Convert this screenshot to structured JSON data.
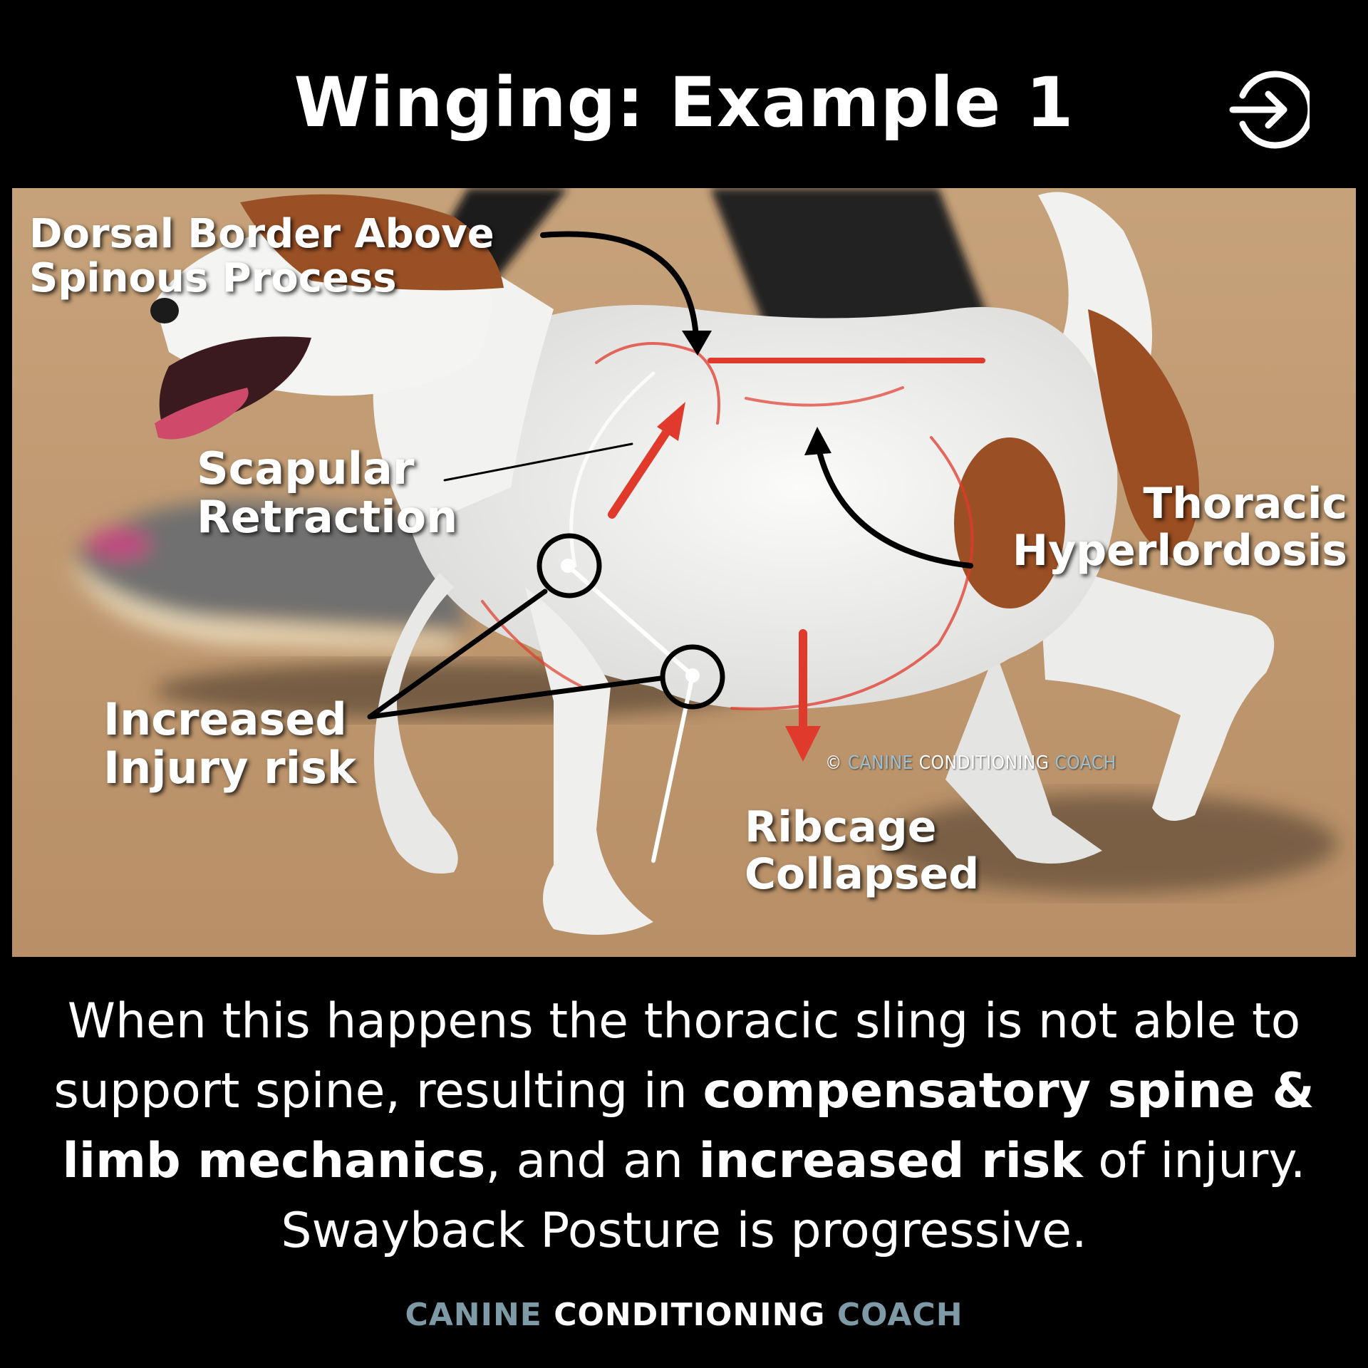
{
  "header": {
    "title": "Winging: Example 1",
    "next_icon": "arrow-right-circle-icon"
  },
  "labels": {
    "dorsal_border": [
      "Dorsal Border Above",
      "Spinous Process"
    ],
    "scapular_retraction": [
      "Scapular",
      "Retraction"
    ],
    "thoracic_hyperlordosis": [
      "Thoracic",
      "Hyperlordosis"
    ],
    "injury_risk": [
      "Increased",
      "Injury risk"
    ],
    "ribcage": [
      "Ribcage",
      "Collapsed"
    ]
  },
  "watermark": {
    "symbol": "©",
    "word1": "CANINE",
    "word2": "CONDITIONING",
    "word3": "COACH"
  },
  "caption": {
    "p1": "When this happens the thoracic sling is not able to support spine, resulting in ",
    "b1": "compensatory spine & limb mechanics",
    "p2": ", and an ",
    "b2": "increased risk",
    "p3": " of injury. Swayback Posture is progressive."
  },
  "footer": {
    "word1": "CANINE",
    "word2": "CONDITIONING",
    "word3": "COACH"
  },
  "colors": {
    "background": "#000000",
    "annotation_red": "#e03a2c",
    "brand_blue": "#7e9aa6",
    "ground": "#c9a57d"
  }
}
